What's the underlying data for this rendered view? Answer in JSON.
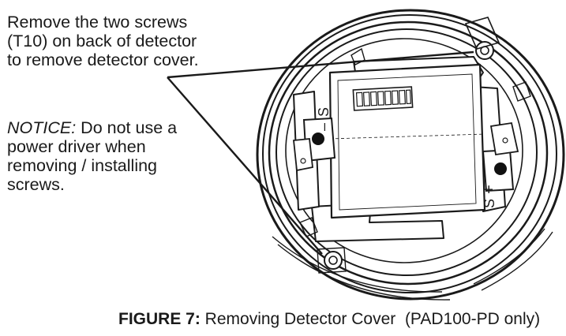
{
  "callout": {
    "lines": [
      "Remove the two screws",
      "(T10) on back of detector",
      "to remove detector cover."
    ]
  },
  "notice": {
    "label": "NOTICE:",
    "lines": [
      " Do not use a",
      "power driver when",
      "removing / installing",
      "screws."
    ]
  },
  "caption": {
    "label": "FIGURE 7:",
    "text": " Removing Detector Cover  (PAD100-PD only)"
  },
  "diagram_labels": {
    "terminal_left": "S",
    "terminal_left_sign": "–",
    "terminal_right": "S",
    "terminal_right_sign": "+"
  },
  "colors": {
    "ink": "#1a1a1a",
    "paper": "#ffffff"
  }
}
